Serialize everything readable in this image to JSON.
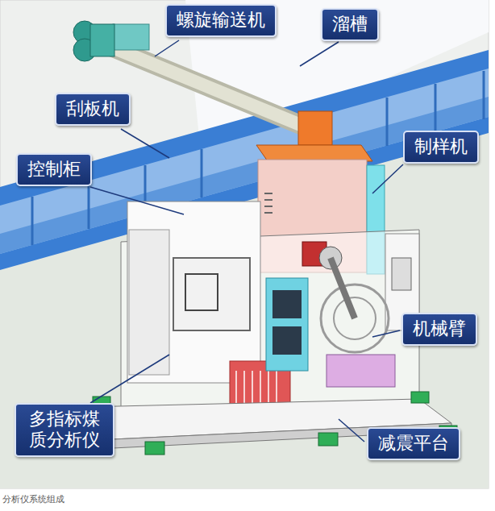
{
  "diagram": {
    "caption": "分析仪系统组成",
    "nodes": [
      {
        "text": [
          "螺旋输送机"
        ]
      },
      {
        "text": [
          "溜槽"
        ]
      },
      {
        "text": [
          "刮板机"
        ]
      },
      {
        "text": [
          "制样机"
        ]
      },
      {
        "text": [
          "控制柜"
        ]
      },
      {
        "text": [
          "机械臂"
        ]
      },
      {
        "text": [
          "多指标煤 质分析仪"
        ]
      },
      {
        "text": [
          "减震平台"
        ]
      }
    ]
  }
}
